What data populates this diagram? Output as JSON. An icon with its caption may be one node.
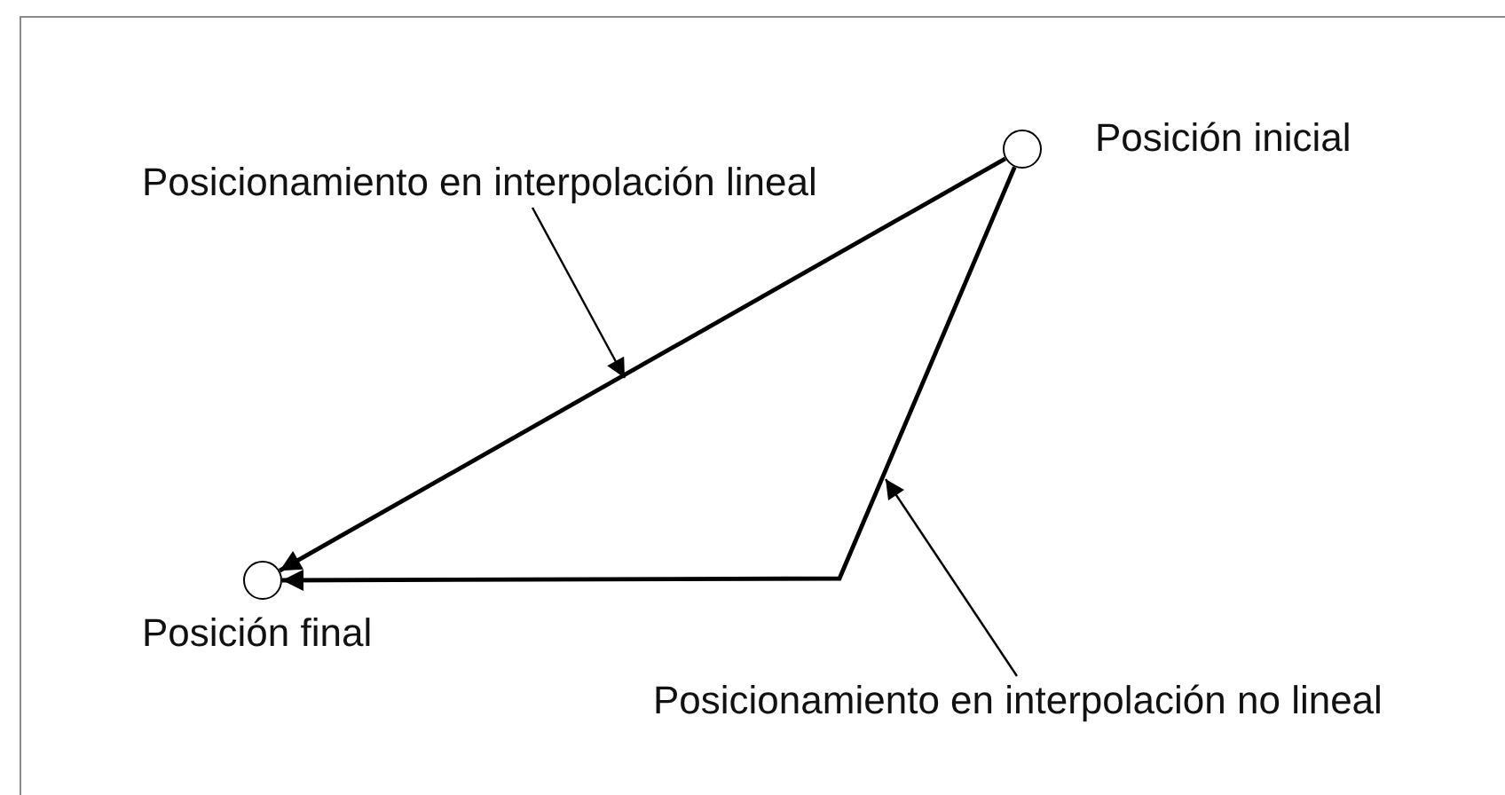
{
  "diagram": {
    "nodes": [
      {
        "text": [],
        "shape": "circle",
        "beside": [
          "Posición inicial"
        ]
      },
      {
        "text": [],
        "shape": "circle",
        "beside": [
          "Posición final"
        ]
      },
      {
        "text": [
          "Posicionamiento en interpolación lineal"
        ]
      },
      {
        "text": [
          "Posicionamiento en interpolación no lineal"
        ]
      }
    ],
    "edges": [
      {
        "from": 0,
        "to": 1,
        "arrow": "to"
      },
      {
        "from": 0,
        "to": 1,
        "arrow": "to"
      },
      {
        "from": 2,
        "to": null,
        "arrow": "to"
      },
      {
        "from": 3,
        "to": null,
        "arrow": "to"
      }
    ]
  }
}
